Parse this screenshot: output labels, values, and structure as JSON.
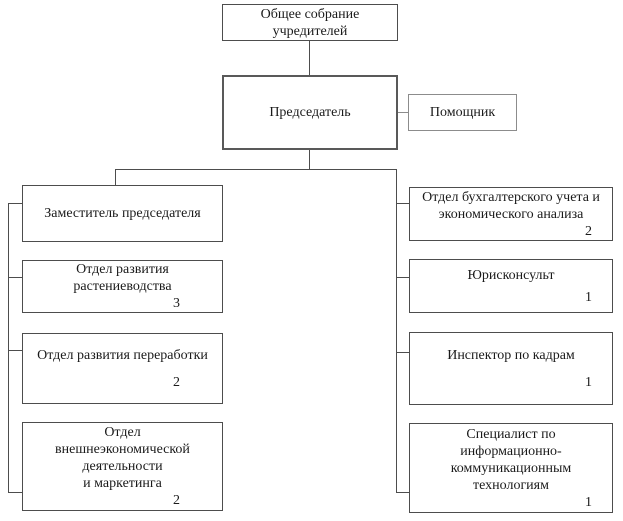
{
  "org": {
    "founders": {
      "lines": [
        "Общее собрание",
        "учредителей"
      ]
    },
    "chairman": {
      "label": "Председатель"
    },
    "assistant": {
      "label": "Помощник"
    },
    "deputy": {
      "label": "Заместитель председателя"
    },
    "left_units": [
      {
        "lines": [
          "Отдел развития",
          "растениеводства"
        ],
        "headcount": "3"
      },
      {
        "lines": [
          "Отдел развития переработки"
        ],
        "headcount": "2"
      },
      {
        "lines": [
          "Отдел",
          "внешнеэкономической",
          "деятельности",
          "и маркетинга"
        ],
        "headcount": "2"
      }
    ],
    "right_units": [
      {
        "lines": [
          "Отдел бухгалтерского учета и",
          "экономического анализа"
        ],
        "headcount": "2"
      },
      {
        "lines": [
          "Юрисконсульт"
        ],
        "headcount": "1"
      },
      {
        "lines": [
          "Инспектор по кадрам"
        ],
        "headcount": "1"
      },
      {
        "lines": [
          "Специалист по",
          "информационно-",
          "коммуникационным",
          "технологиям"
        ],
        "headcount": "1"
      }
    ]
  }
}
